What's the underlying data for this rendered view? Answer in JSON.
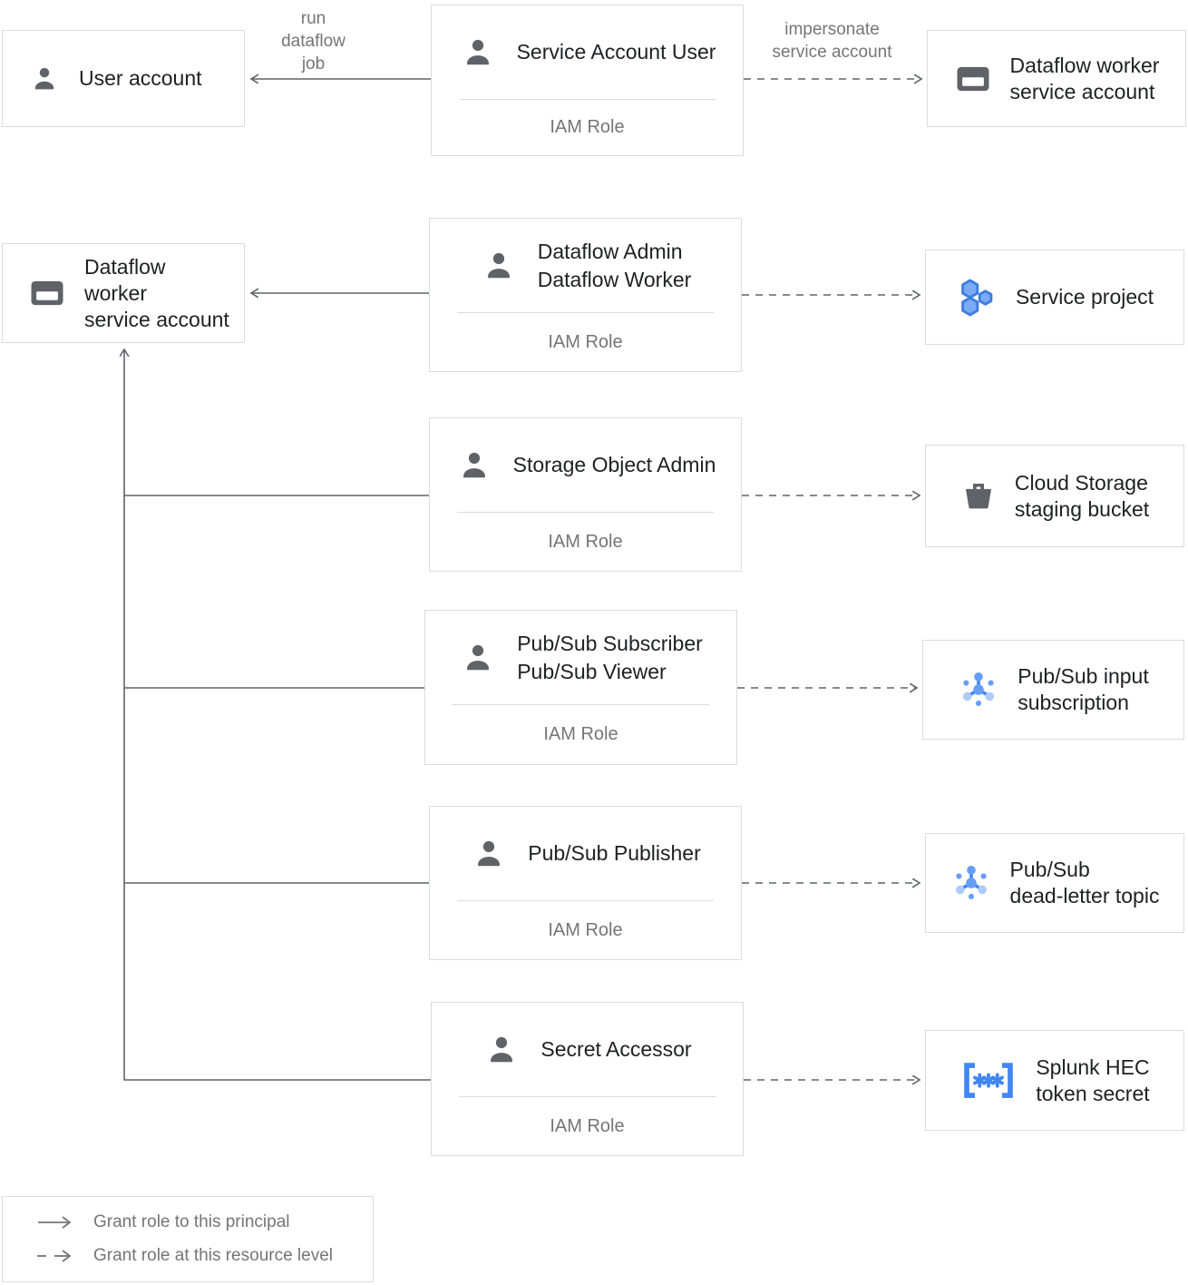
{
  "colors": {
    "border": "#dadce0",
    "text_dark": "#202124",
    "text_gray": "#757575",
    "icon_gray": "#5f6368",
    "connector": "#5f6368",
    "blue": "#4285f4",
    "blue_medium": "#669df6",
    "blue_light": "#aecbfa",
    "hexagon_fill": "#7baaf7",
    "hexagon_stroke": "#3e7de0"
  },
  "edge_labels": {
    "run_dataflow_job": [
      "run",
      "dataflow",
      "job"
    ],
    "impersonate_service_account": [
      "impersonate",
      "service account"
    ]
  },
  "principals": {
    "user_account": {
      "lines": [
        "User account"
      ]
    },
    "dataflow_worker_service_account": {
      "lines": [
        "Dataflow worker",
        "service account"
      ]
    }
  },
  "role_boxes": [
    {
      "lines": [
        "Service Account User"
      ],
      "footer": "IAM Role"
    },
    {
      "lines": [
        "Dataflow Admin",
        "Dataflow Worker"
      ],
      "footer": "IAM Role"
    },
    {
      "lines": [
        "Storage Object Admin"
      ],
      "footer": "IAM Role"
    },
    {
      "lines": [
        "Pub/Sub Subscriber",
        "Pub/Sub Viewer"
      ],
      "footer": "IAM Role"
    },
    {
      "lines": [
        "Pub/Sub Publisher"
      ],
      "footer": "IAM Role"
    },
    {
      "lines": [
        "Secret Accessor"
      ],
      "footer": "IAM Role"
    }
  ],
  "resources": [
    {
      "icon": "service-account-icon",
      "lines": [
        "Dataflow worker",
        "service account"
      ]
    },
    {
      "icon": "project-icon",
      "lines": [
        "Service project"
      ]
    },
    {
      "icon": "bucket-icon",
      "lines": [
        "Cloud Storage",
        "staging bucket"
      ]
    },
    {
      "icon": "pubsub-icon",
      "lines": [
        "Pub/Sub input",
        "subscription"
      ]
    },
    {
      "icon": "pubsub-icon",
      "lines": [
        "Pub/Sub",
        "dead-letter topic"
      ]
    },
    {
      "icon": "secret-icon",
      "lines": [
        "Splunk HEC",
        "token secret"
      ]
    }
  ],
  "legend": {
    "solid": "Grant role to this principal",
    "dashed": "Grant role at this resource level"
  }
}
